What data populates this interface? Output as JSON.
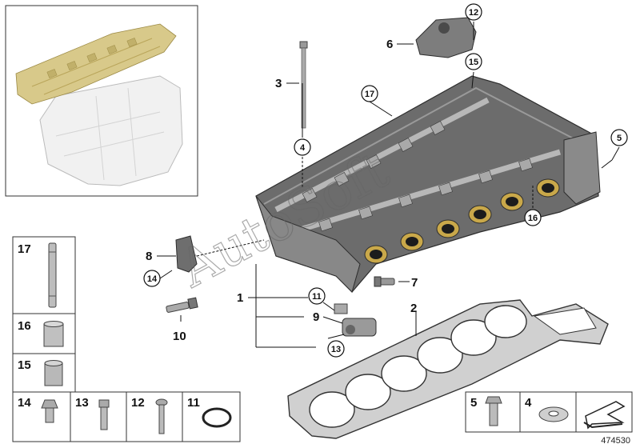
{
  "watermark": "AutoSoft",
  "reference_number": "474530",
  "callouts": {
    "c1": "1",
    "c2": "2",
    "c3": "3",
    "c4": "4",
    "c5": "5",
    "c6": "6",
    "c7": "7",
    "c8": "8",
    "c9": "9",
    "c10": "10",
    "c11": "11",
    "c12": "12",
    "c13": "13",
    "c14": "14",
    "c15": "15",
    "c16": "16",
    "c17": "17"
  },
  "legend": {
    "l17": "17",
    "l16": "16",
    "l15": "15",
    "l14": "14",
    "l13": "13",
    "l12": "12",
    "l11": "11",
    "l5": "5",
    "l4": "4"
  }
}
